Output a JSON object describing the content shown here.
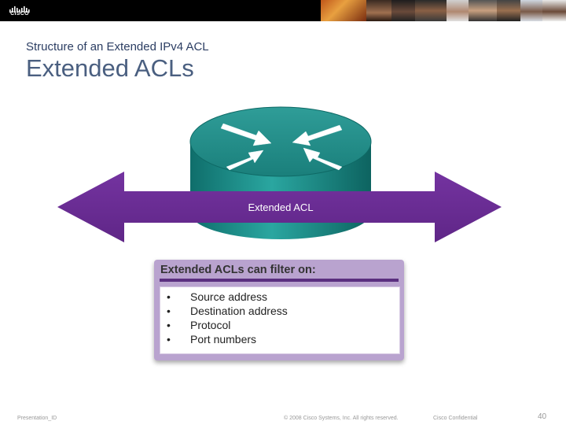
{
  "header": {
    "logo_text": "CISCO"
  },
  "slide": {
    "subtitle": "Structure of an Extended IPv4 ACL",
    "title": "Extended ACLs"
  },
  "diagram": {
    "arrow_label": "Extended ACL"
  },
  "filter_card": {
    "title": "Extended ACLs can filter on:",
    "items": [
      {
        "bullet": "•",
        "label": "Source address"
      },
      {
        "bullet": "•",
        "label": "Destination address"
      },
      {
        "bullet": "•",
        "label": "Protocol"
      },
      {
        "bullet": "•",
        "label": "Port numbers"
      }
    ]
  },
  "footer": {
    "presentation": "Presentation_ID",
    "copyright": "© 2008 Cisco Systems, Inc. All rights reserved.",
    "confidential": "Cisco Confidential",
    "page": "40"
  },
  "colors": {
    "arrow_purple": "#6a2c91",
    "router_teal": "#1e8c88",
    "title_blue": "#4a5f80",
    "card_purple": "#b9a3cf"
  }
}
